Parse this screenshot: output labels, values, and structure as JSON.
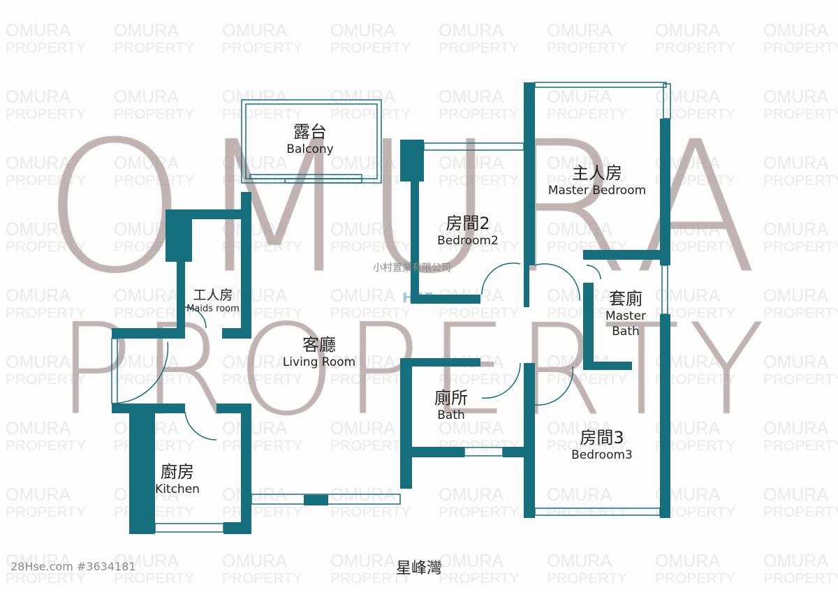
{
  "watermark": {
    "line1": "OMURA",
    "line2": "PROPERTY",
    "hse": "HSE",
    "hse_suffix": ".com"
  },
  "rooms": {
    "balcony": {
      "zh": "露台",
      "en": "Balcony"
    },
    "bedroom2": {
      "zh": "房間2",
      "en": "Bedroom2"
    },
    "master_bedroom": {
      "zh": "主人房",
      "en": "Master Bedroom"
    },
    "maids_room": {
      "zh": "工人房",
      "en": "Maids room"
    },
    "living_room": {
      "zh": "客廳",
      "en": "Living Room"
    },
    "master_bath": {
      "zh": "套廁",
      "en1": "Master",
      "en2": "Bath"
    },
    "bath": {
      "zh": "廁所",
      "en": "Bath"
    },
    "bedroom3": {
      "zh": "房間3",
      "en": "Bedroom3"
    },
    "kitchen": {
      "zh": "廚房",
      "en": "Kitchen"
    }
  },
  "agency": "小村置業有限公司",
  "estate_name": "星峰灣",
  "listing_id": "28Hse.com #3634181",
  "colors": {
    "wall": "#156f7c",
    "watermark": "#aa9b98"
  }
}
